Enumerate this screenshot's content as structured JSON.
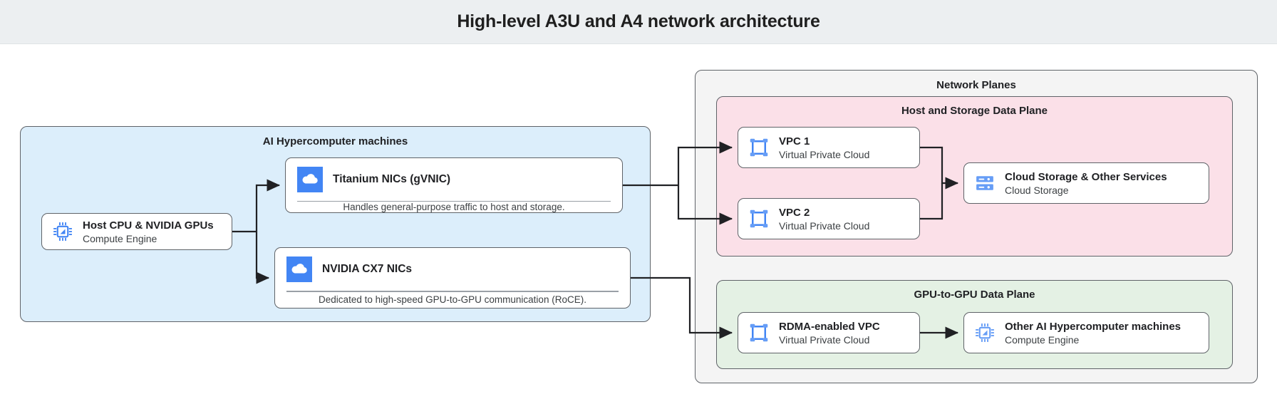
{
  "header": {
    "title": "High-level A3U and A4 network architecture"
  },
  "groups": {
    "machines": {
      "title": "AI Hypercomputer machines",
      "color": "#dceefb"
    },
    "planes": {
      "title": "Network Planes",
      "color": "#f4f4f4"
    },
    "host_storage": {
      "title": "Host and Storage Data Plane",
      "color": "#fbe0e8"
    },
    "gpu_plane": {
      "title": "GPU-to-GPU Data Plane",
      "color": "#e4f1e4"
    }
  },
  "nodes": {
    "host_cpu": {
      "title": "Host CPU & NVIDIA GPUs",
      "subtitle": "Compute Engine",
      "icon": "chip-icon"
    },
    "titanium": {
      "title": "Titanium NICs (gVNIC)",
      "note": "Handles general-purpose traffic to host and storage.",
      "icon": "cloud-icon"
    },
    "cx7": {
      "title": "NVIDIA CX7 NICs",
      "note": "Dedicated to high-speed GPU-to-GPU communication (RoCE).",
      "icon": "cloud-icon"
    },
    "vpc1": {
      "title": "VPC 1",
      "subtitle": "Virtual Private Cloud",
      "icon": "vpc-icon"
    },
    "vpc2": {
      "title": "VPC 2",
      "subtitle": "Virtual Private Cloud",
      "icon": "vpc-icon"
    },
    "cloud_storage": {
      "title": "Cloud Storage & Other Services",
      "subtitle": "Cloud Storage",
      "icon": "storage-icon"
    },
    "rdma_vpc": {
      "title": "RDMA-enabled VPC",
      "subtitle": "Virtual Private Cloud",
      "icon": "vpc-icon"
    },
    "other_machines": {
      "title": "Other AI Hypercomputer machines",
      "subtitle": "Compute Engine",
      "icon": "chip-icon"
    }
  },
  "colors": {
    "accent_blue": "#4285f4",
    "icon_blue": "#669df6",
    "stroke": "#5f6368",
    "header_bg": "#eceff1"
  }
}
